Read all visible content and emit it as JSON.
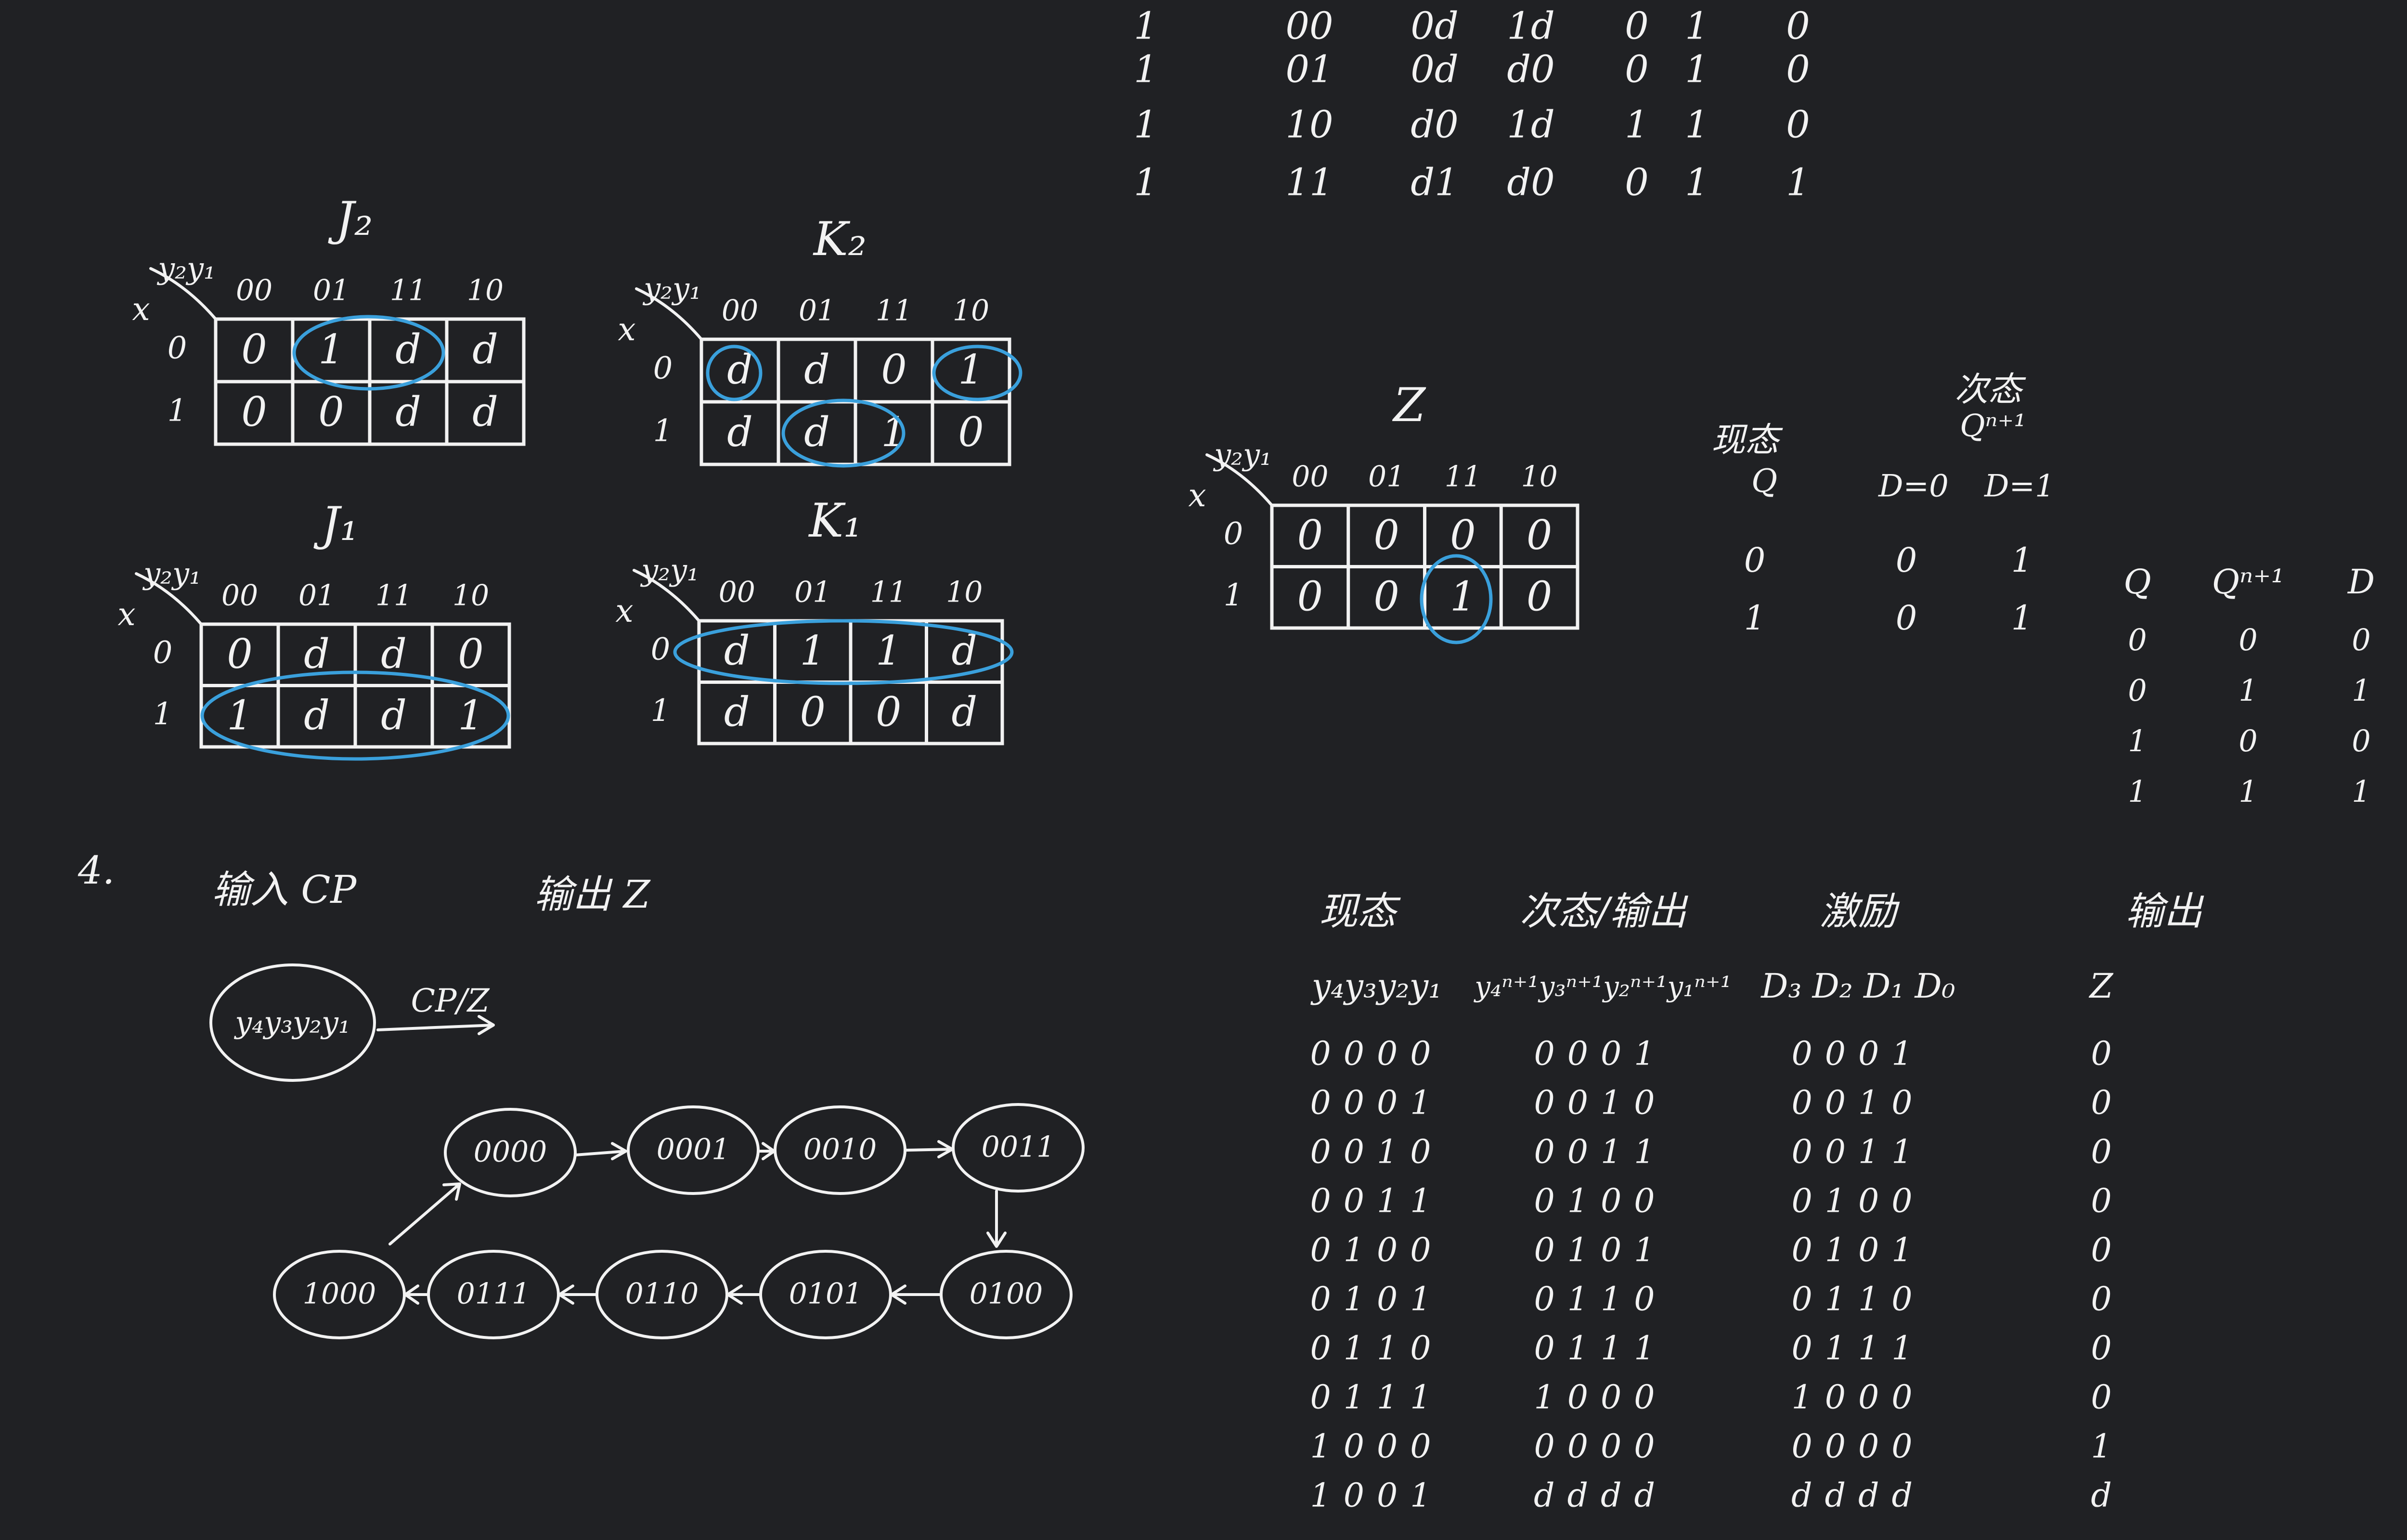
{
  "top_table": {
    "rows": [
      [
        "1",
        "00",
        "0d",
        "1d",
        "0",
        "1",
        "0"
      ],
      [
        "1",
        "01",
        "0d",
        "d0",
        "0",
        "1",
        "0"
      ],
      [
        "1",
        "10",
        "d0",
        "1d",
        "1",
        "1",
        "0"
      ],
      [
        "1",
        "11",
        "d1",
        "d0",
        "0",
        "1",
        "1"
      ]
    ]
  },
  "kmaps": [
    {
      "id": "J2",
      "title": "J₂",
      "corner": "y₂y₁",
      "row_var": "x",
      "col_headers": [
        "00",
        "01",
        "11",
        "10"
      ],
      "row_headers": [
        "0",
        "1"
      ],
      "cells": [
        [
          "0",
          "1",
          "d",
          "d"
        ],
        [
          "0",
          "0",
          "d",
          "d"
        ]
      ]
    },
    {
      "id": "K2",
      "title": "K₂",
      "corner": "y₂y₁",
      "row_var": "x",
      "col_headers": [
        "00",
        "01",
        "11",
        "10"
      ],
      "row_headers": [
        "0",
        "1"
      ],
      "cells": [
        [
          "d",
          "d",
          "0",
          "1"
        ],
        [
          "d",
          "d",
          "1",
          "0"
        ]
      ]
    },
    {
      "id": "J1",
      "title": "J₁",
      "corner": "y₂y₁",
      "row_var": "x",
      "col_headers": [
        "00",
        "01",
        "11",
        "10"
      ],
      "row_headers": [
        "0",
        "1"
      ],
      "cells": [
        [
          "0",
          "d",
          "d",
          "0"
        ],
        [
          "1",
          "d",
          "d",
          "1"
        ]
      ]
    },
    {
      "id": "K1",
      "title": "K₁",
      "corner": "y₂y₁",
      "row_var": "x",
      "col_headers": [
        "00",
        "01",
        "11",
        "10"
      ],
      "row_headers": [
        "0",
        "1"
      ],
      "cells": [
        [
          "d",
          "1",
          "1",
          "d"
        ],
        [
          "d",
          "0",
          "0",
          "d"
        ]
      ]
    },
    {
      "id": "Z",
      "title": "Z",
      "corner": "y₂y₁",
      "row_var": "x",
      "col_headers": [
        "00",
        "01",
        "11",
        "10"
      ],
      "row_headers": [
        "0",
        "1"
      ],
      "cells": [
        [
          "0",
          "0",
          "0",
          "0"
        ],
        [
          "0",
          "0",
          "1",
          "0"
        ]
      ]
    }
  ],
  "d_flipflop": {
    "col1_title": "现态",
    "col1_sub": "Q",
    "col2_title": "次态",
    "col2_sub": "Qⁿ⁺¹",
    "d0": "D=0",
    "d1": "D=1",
    "rows": [
      [
        "0",
        "0",
        "1"
      ],
      [
        "1",
        "0",
        "1"
      ]
    ]
  },
  "excitation": {
    "headers": [
      "Q",
      "Qⁿ⁺¹",
      "D"
    ],
    "rows": [
      [
        "0",
        "0",
        "0"
      ],
      [
        "0",
        "1",
        "1"
      ],
      [
        "1",
        "0",
        "0"
      ],
      [
        "1",
        "1",
        "1"
      ]
    ]
  },
  "problem4": {
    "number": "4.",
    "input": "输入 CP",
    "output": "输出 Z",
    "legend_state": "y₄y₃y₂y₁",
    "legend_label": "CP/Z",
    "states": [
      "0000",
      "0001",
      "0010",
      "0011",
      "0100",
      "0101",
      "0110",
      "0111",
      "1000"
    ]
  },
  "state_table": {
    "group_headers": [
      "现态",
      "次态/输出",
      "激励",
      "输出"
    ],
    "sub_headers": [
      "y₄y₃y₂y₁",
      "y₄ⁿ⁺¹y₃ⁿ⁺¹y₂ⁿ⁺¹y₁ⁿ⁺¹",
      "D₃ D₂ D₁ D₀",
      "Z"
    ],
    "rows": [
      [
        "0000",
        "0001",
        "0001",
        "0"
      ],
      [
        "0001",
        "0010",
        "0010",
        "0"
      ],
      [
        "0010",
        "0011",
        "0011",
        "0"
      ],
      [
        "0011",
        "0100",
        "0100",
        "0"
      ],
      [
        "0100",
        "0101",
        "0101",
        "0"
      ],
      [
        "0101",
        "0110",
        "0110",
        "0"
      ],
      [
        "0110",
        "0111",
        "0111",
        "0"
      ],
      [
        "0111",
        "1000",
        "1000",
        "0"
      ],
      [
        "1000",
        "0000",
        "0000",
        "1"
      ],
      [
        "1001",
        "dddd",
        "dddd",
        "d"
      ]
    ]
  },
  "colors": {
    "background": "#202124",
    "ink": "#f2f2f2",
    "highlight": "#3aa0dc"
  }
}
